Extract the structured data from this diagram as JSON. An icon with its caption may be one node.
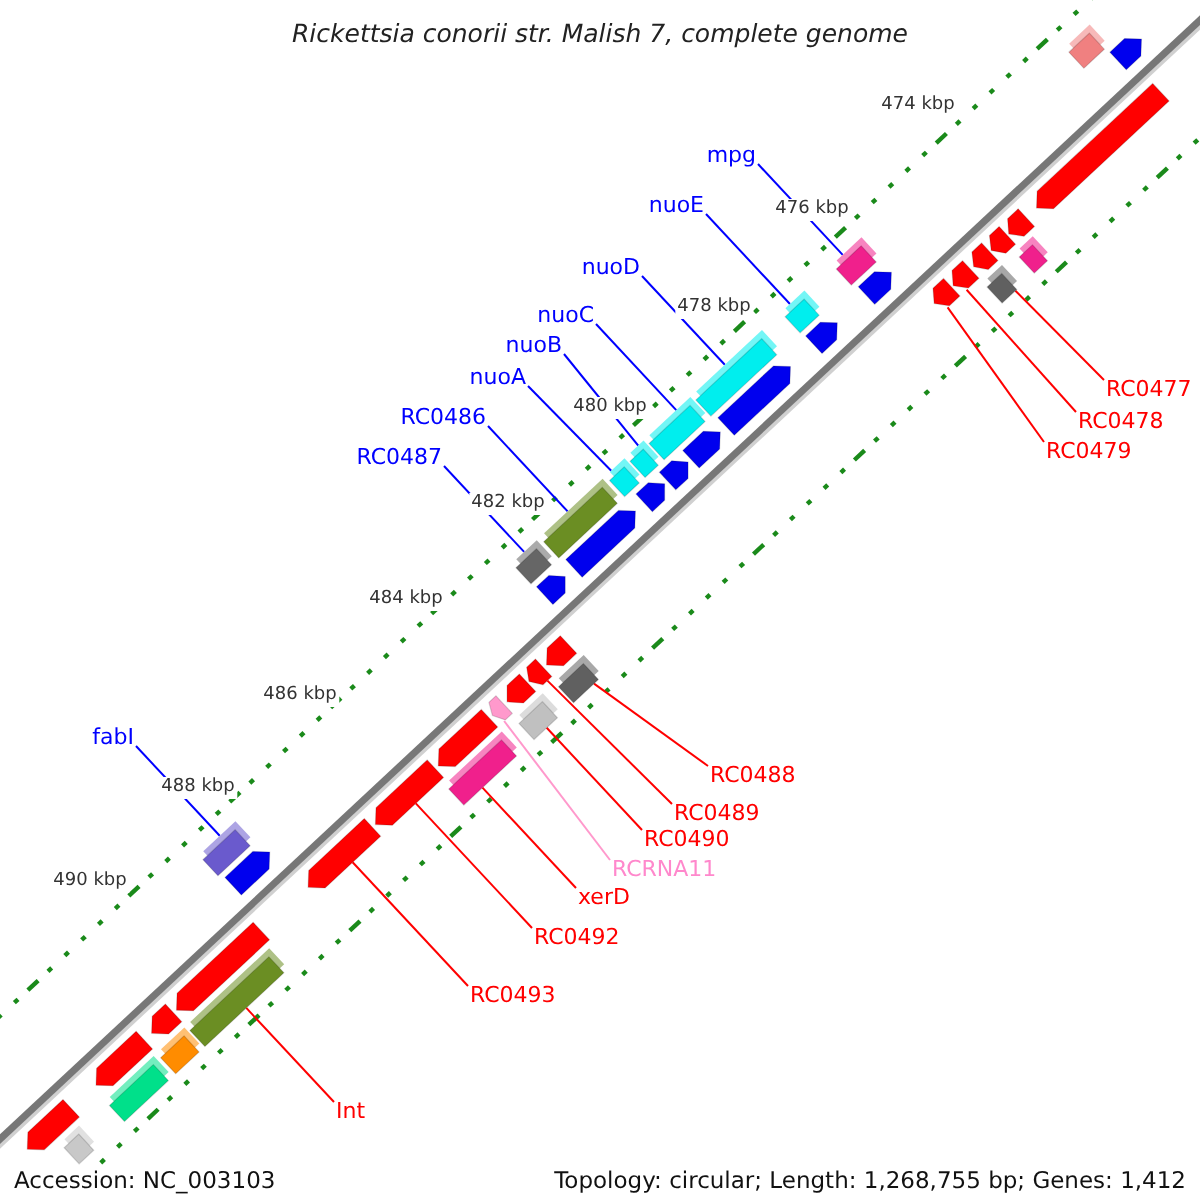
{
  "diagram": {
    "title": "Rickettsia conorii str. Malish 7, complete genome",
    "nodes": [
      {
        "text": [
          "mpg"
        ]
      },
      {
        "text": [
          "nuoE"
        ]
      },
      {
        "text": [
          "nuoD"
        ]
      },
      {
        "text": [
          "nuoC"
        ]
      },
      {
        "text": [
          "nuoB"
        ]
      },
      {
        "text": [
          "nuoA"
        ]
      },
      {
        "text": [
          "RC0486"
        ]
      },
      {
        "text": [
          "RC0487"
        ]
      },
      {
        "text": [
          "RC0477"
        ]
      },
      {
        "text": [
          "RC0478"
        ]
      },
      {
        "text": [
          "RC0479"
        ]
      },
      {
        "text": [
          "fabI"
        ]
      },
      {
        "text": [
          "RC0488"
        ]
      },
      {
        "text": [
          "RC0489"
        ]
      },
      {
        "text": [
          "RC0490"
        ]
      },
      {
        "text": [
          "RCRNA11"
        ]
      },
      {
        "text": [
          "xerD"
        ]
      },
      {
        "text": [
          "RC0492"
        ]
      },
      {
        "text": [
          "RC0493"
        ]
      },
      {
        "text": [
          "Int"
        ]
      },
      {
        "text": [],
        "shape": "arrow"
      },
      {
        "text": [],
        "shape": "box"
      },
      {
        "text": [],
        "shape": "box"
      },
      {
        "text": [],
        "shape": "arrow"
      },
      {
        "text": [],
        "shape": "box"
      },
      {
        "text": [],
        "shape": "arrow"
      },
      {
        "text": [],
        "shape": "box"
      },
      {
        "text": [],
        "shape": "arrow"
      },
      {
        "text": [],
        "shape": "box"
      },
      {
        "text": [],
        "shape": "arrow"
      },
      {
        "text": [],
        "shape": "arrow"
      },
      {
        "text": [],
        "shape": "arrow"
      },
      {
        "text": [],
        "shape": "box"
      },
      {
        "text": [],
        "shape": "arrow"
      },
      {
        "text": [],
        "shape": "arrow"
      },
      {
        "text": [],
        "shape": "box"
      },
      {
        "text": [],
        "shape": "arrow"
      },
      {
        "text": [],
        "shape": "arrow"
      },
      {
        "text": [],
        "shape": "box"
      },
      {
        "text": [],
        "shape": "arrow"
      },
      {
        "text": [],
        "shape": "box"
      },
      {
        "text": [],
        "shape": "arrow"
      },
      {
        "text": [],
        "shape": "box"
      },
      {
        "text": [],
        "shape": "arrow"
      },
      {
        "text": [],
        "shape": "box"
      },
      {
        "text": [],
        "shape": "arrow"
      },
      {
        "text": [],
        "shape": "box"
      },
      {
        "text": [],
        "shape": "arrow"
      },
      {
        "text": [],
        "shape": "box"
      },
      {
        "text": [],
        "shape": "arrow"
      },
      {
        "text": [],
        "shape": "box"
      },
      {
        "text": [],
        "shape": "arrow"
      },
      {
        "text": [],
        "shape": "box"
      },
      {
        "text": [],
        "shape": "arrow"
      },
      {
        "text": [],
        "shape": "box"
      },
      {
        "text": [],
        "shape": "arrow"
      },
      {
        "text": [],
        "shape": "arrow"
      },
      {
        "text": [],
        "shape": "arrow"
      },
      {
        "text": [],
        "shape": "box"
      },
      {
        "text": [],
        "shape": "arrow"
      },
      {
        "text": [],
        "shape": "arrow"
      },
      {
        "text": [],
        "shape": "box"
      },
      {
        "text": [],
        "shape": "arrow"
      },
      {
        "text": [],
        "shape": "arrow"
      },
      {
        "text": [],
        "shape": "box"
      },
      {
        "text": [],
        "shape": "arrow"
      }
    ],
    "edges": [
      {
        "from": 0,
        "to": 54,
        "arrow": "none",
        "color": "#0000ff"
      },
      {
        "from": 1,
        "to": 52,
        "arrow": "none",
        "color": "#0000ff"
      },
      {
        "from": 2,
        "to": 50,
        "arrow": "none",
        "color": "#0000ff"
      },
      {
        "from": 3,
        "to": 48,
        "arrow": "none",
        "color": "#0000ff"
      },
      {
        "from": 4,
        "to": 46,
        "arrow": "none",
        "color": "#0000ff"
      },
      {
        "from": 5,
        "to": 44,
        "arrow": "none",
        "color": "#0000ff"
      },
      {
        "from": 6,
        "to": 42,
        "arrow": "none",
        "color": "#0000ff"
      },
      {
        "from": 7,
        "to": 40,
        "arrow": "none",
        "color": "#0000ff"
      },
      {
        "from": 8,
        "to": 58,
        "arrow": "none"
      },
      {
        "from": 9,
        "to": 57,
        "arrow": "none"
      },
      {
        "from": 10,
        "to": 56,
        "arrow": "none"
      },
      {
        "from": 11,
        "to": 28,
        "arrow": "none",
        "color": "#0000ff"
      },
      {
        "from": 12,
        "to": 38,
        "arrow": "none"
      },
      {
        "from": 13,
        "to": 37,
        "arrow": "none"
      },
      {
        "from": 14,
        "to": 35,
        "arrow": "none"
      },
      {
        "from": 15,
        "to": 34,
        "arrow": "none",
        "color": "#ff99cc"
      },
      {
        "from": 16,
        "to": 32,
        "arrow": "none"
      },
      {
        "from": 17,
        "to": 31,
        "arrow": "none"
      },
      {
        "from": 18,
        "to": 30,
        "arrow": "none"
      },
      {
        "from": 19,
        "to": 26,
        "arrow": "none"
      }
    ],
    "labels": [
      "474 kbp",
      "476 kbp",
      "478 kbp",
      "480 kbp",
      "482 kbp",
      "484 kbp",
      "486 kbp",
      "488 kbp",
      "490 kbp",
      "Accession: NC_003103",
      "Topology: circular; Length: 1,268,755 bp; Genes: 1,412"
    ]
  }
}
